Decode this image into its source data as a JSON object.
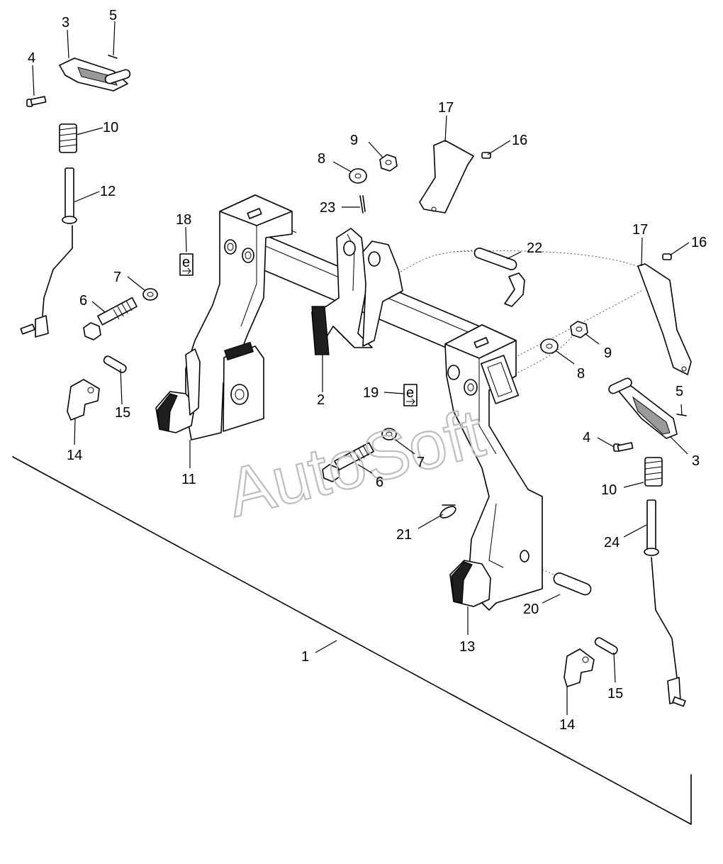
{
  "watermark": "AutoSoft",
  "callouts": [
    {
      "id": "c1",
      "text": "1"
    },
    {
      "id": "c2",
      "text": "2"
    },
    {
      "id": "c3a",
      "text": "3"
    },
    {
      "id": "c3b",
      "text": "3"
    },
    {
      "id": "c4a",
      "text": "4"
    },
    {
      "id": "c4b",
      "text": "4"
    },
    {
      "id": "c5a",
      "text": "5"
    },
    {
      "id": "c5b",
      "text": "5"
    },
    {
      "id": "c6a",
      "text": "6"
    },
    {
      "id": "c6b",
      "text": "6"
    },
    {
      "id": "c7a",
      "text": "7"
    },
    {
      "id": "c7b",
      "text": "7"
    },
    {
      "id": "c8a",
      "text": "8"
    },
    {
      "id": "c8b",
      "text": "8"
    },
    {
      "id": "c9a",
      "text": "9"
    },
    {
      "id": "c9b",
      "text": "9"
    },
    {
      "id": "c10a",
      "text": "10"
    },
    {
      "id": "c10b",
      "text": "10"
    },
    {
      "id": "c11",
      "text": "11"
    },
    {
      "id": "c12",
      "text": "12"
    },
    {
      "id": "c13",
      "text": "13"
    },
    {
      "id": "c14a",
      "text": "14"
    },
    {
      "id": "c14b",
      "text": "14"
    },
    {
      "id": "c15a",
      "text": "15"
    },
    {
      "id": "c15b",
      "text": "15"
    },
    {
      "id": "c16a",
      "text": "16"
    },
    {
      "id": "c16b",
      "text": "16"
    },
    {
      "id": "c17a",
      "text": "17"
    },
    {
      "id": "c17b",
      "text": "17"
    },
    {
      "id": "c18",
      "text": "18"
    },
    {
      "id": "c19",
      "text": "19"
    },
    {
      "id": "c20",
      "text": "20"
    },
    {
      "id": "c21",
      "text": "21"
    },
    {
      "id": "c22",
      "text": "22"
    },
    {
      "id": "c23",
      "text": "23"
    },
    {
      "id": "c24",
      "text": "24"
    }
  ]
}
